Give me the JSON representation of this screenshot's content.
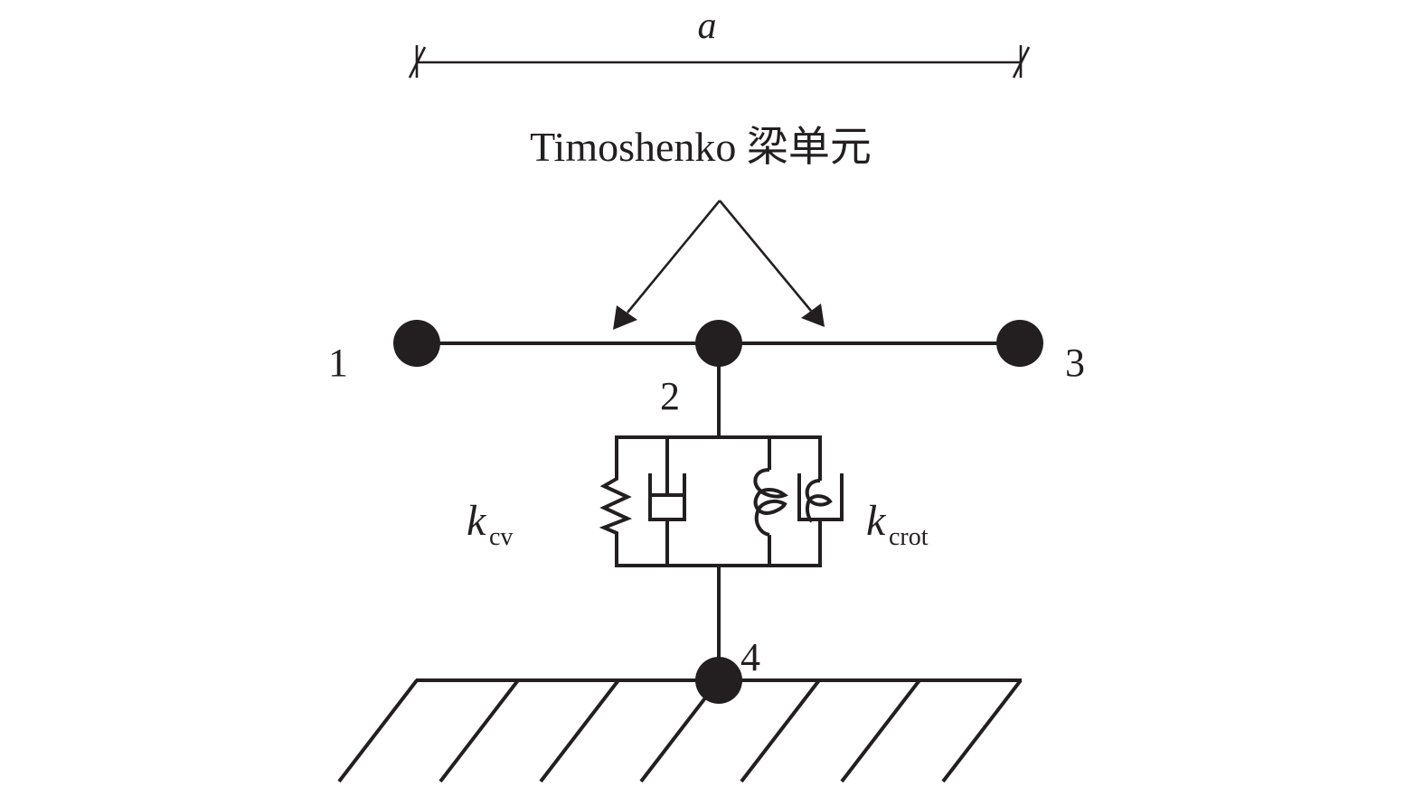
{
  "diagram": {
    "dimension_label": "a",
    "element_label": "Timoshenko 梁单元",
    "nodes": [
      {
        "id": "1",
        "label": "1"
      },
      {
        "id": "2",
        "label": "2"
      },
      {
        "id": "3",
        "label": "3"
      },
      {
        "id": "4",
        "label": "4"
      }
    ],
    "connector_left": {
      "symbol": "k",
      "subscript": "cv",
      "description": "vertical spring and damper"
    },
    "connector_right": {
      "symbol": "k",
      "subscript": "crot",
      "description": "rotational spring and damper"
    },
    "ground": "fixed support"
  },
  "colors": {
    "ink": "#231f20",
    "background": "#ffffff"
  }
}
